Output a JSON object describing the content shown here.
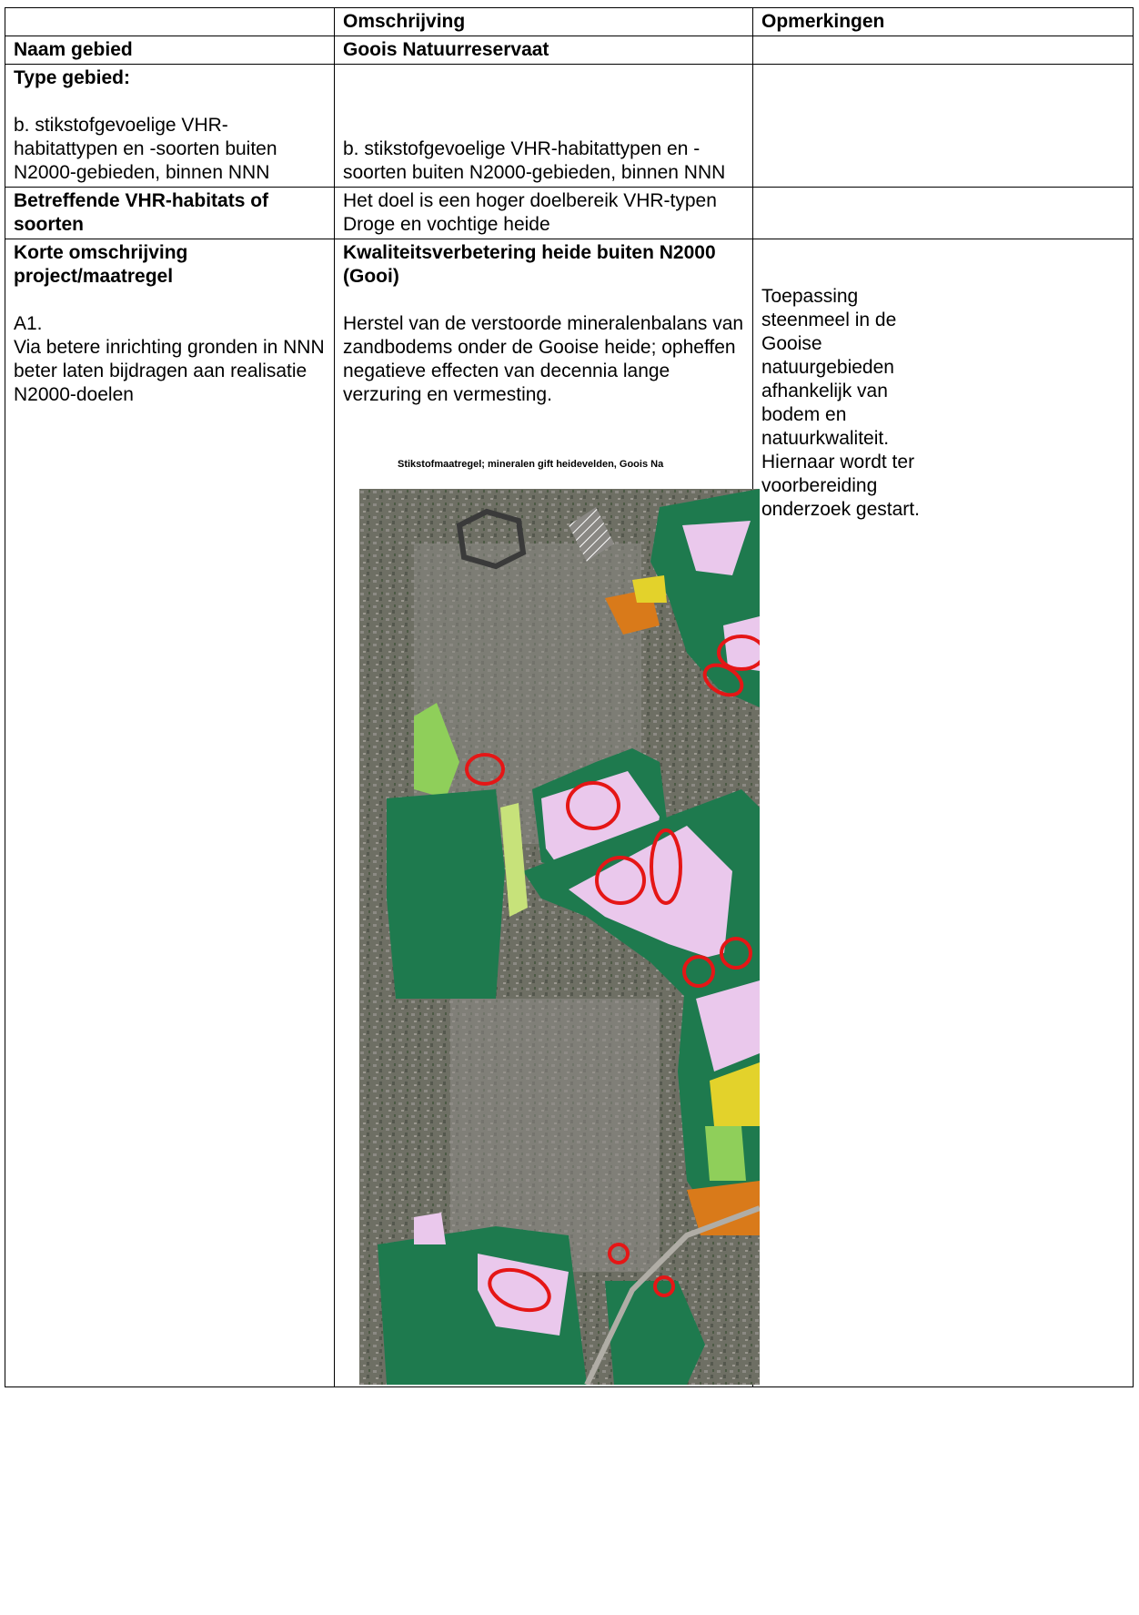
{
  "header": {
    "col1": "",
    "col2": "Omschrijving",
    "col3": "Opmerkingen"
  },
  "naam": {
    "label": "Naam gebied",
    "value": "Goois Natuurreservaat"
  },
  "type": {
    "label": "Type gebied:",
    "left_text": "b. stikstofgevoelige VHR-habitattypen en -soorten buiten N2000-gebieden, binnen NNN",
    "value": "b. stikstofgevoelige VHR-habitattypen en -soorten buiten N2000-gebieden, binnen NNN"
  },
  "betreffende": {
    "label": "Betreffende VHR-habitats of soorten",
    "value": "Het doel is een hoger doelbereik VHR-typen Droge en vochtige heide"
  },
  "korte": {
    "label": "Korte omschrijving project/maatregel",
    "code": "A1.",
    "left_text": "Via betere inrichting gronden in NNN beter laten bijdragen aan realisatie N2000-doelen",
    "title": "Kwaliteitsverbetering heide buiten N2000  (Gooi)",
    "description": "Herstel van de verstoorde mineralenbalans van zandbodems onder de Gooise heide; opheffen negatieve effecten van decennia lange verzuring en vermesting.",
    "remark": "Toepassing steenmeel in de Gooise natuurgebieden afhankelijk van bodem en natuurkwaliteit. Hiernaar wordt ter voorbereiding onderzoek gestart.",
    "map_caption": "Stikstofmaatregel; mineralen gift heidevelden, Goois Na"
  },
  "colors": {
    "aerial": "#6e6f64",
    "urban": "#8a8884",
    "forest": "#1e7a4e",
    "heath": "#eac8ec",
    "light_green": "#8fcf5a",
    "yellow": "#e3d22b",
    "orange": "#d97a1a",
    "circle": "#e51616"
  }
}
